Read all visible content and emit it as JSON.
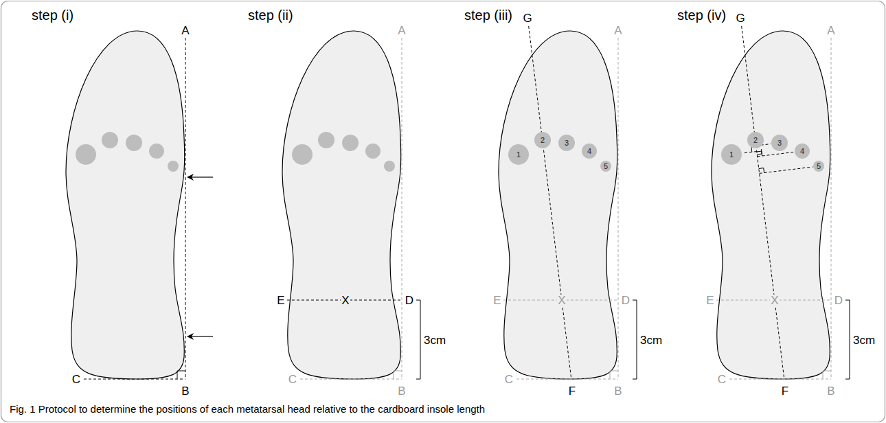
{
  "diagram": {
    "caption": "Fig. 1 Protocol to determine the positions of each metatarsal head relative to the cardboard insole length",
    "nodes": [
      {
        "text": [
          "1"
        ]
      },
      {
        "text": [
          "2"
        ]
      },
      {
        "text": [
          "3"
        ]
      },
      {
        "text": [
          "4"
        ]
      },
      {
        "text": [
          "5"
        ]
      },
      {
        "text": [
          "1"
        ]
      },
      {
        "text": [
          "2"
        ]
      },
      {
        "text": [
          "3"
        ]
      },
      {
        "text": [
          "4"
        ]
      },
      {
        "text": [
          "5"
        ]
      }
    ],
    "labels": [
      "step (i)",
      "A",
      "B",
      "C",
      "step (ii)",
      "A",
      "E",
      "X",
      "D",
      "3cm",
      "C",
      "B",
      "step (iii)",
      "G",
      "A",
      "E",
      "X",
      "D",
      "3cm",
      "C",
      "F",
      "B",
      "step (iv)",
      "G",
      "A",
      "E",
      "X",
      "D",
      "3cm",
      "C",
      "F",
      "B"
    ]
  }
}
